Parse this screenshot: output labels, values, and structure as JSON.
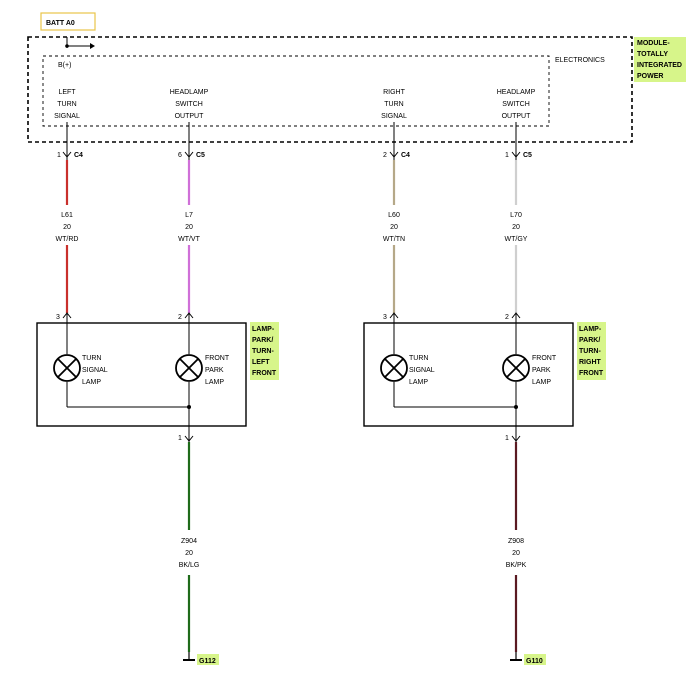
{
  "batt_label": "BATT A0",
  "b_plus": "B(+)",
  "module": {
    "electronics": "ELECTRONICS",
    "title_lines": [
      "MODULE-",
      "TOTALLY",
      "INTEGRATED",
      "POWER"
    ],
    "outputs": [
      {
        "lines": [
          "LEFT",
          "TURN",
          "SIGNAL"
        ]
      },
      {
        "lines": [
          "HEADLAMP",
          "SWITCH",
          "OUTPUT"
        ]
      },
      {
        "lines": [
          "RIGHT",
          "TURN",
          "SIGNAL"
        ]
      },
      {
        "lines": [
          "HEADLAMP",
          "SWITCH",
          "OUTPUT"
        ]
      }
    ]
  },
  "wires": [
    {
      "pin": "1",
      "connector": "C4",
      "circuit": "L61",
      "gauge": "20",
      "color_code": "WT/RD",
      "color": "#c9302c",
      "lamp_pin": "3"
    },
    {
      "pin": "6",
      "connector": "C5",
      "circuit": "L7",
      "gauge": "20",
      "color_code": "WT/VT",
      "color": "#d070d8",
      "lamp_pin": "2"
    },
    {
      "pin": "2",
      "connector": "C4",
      "circuit": "L60",
      "gauge": "20",
      "color_code": "WT/TN",
      "color": "#b5a888",
      "lamp_pin": "3"
    },
    {
      "pin": "1",
      "connector": "C5",
      "circuit": "L70",
      "gauge": "20",
      "color_code": "WT/GY",
      "color": "#cfcfcf",
      "lamp_pin": "2"
    }
  ],
  "lamp_assemblies": [
    {
      "title_lines": [
        "LAMP-",
        "PARK/",
        "TURN-",
        "LEFT",
        "FRONT"
      ],
      "lamps": [
        {
          "lines": [
            "TURN",
            "SIGNAL",
            "LAMP"
          ]
        },
        {
          "lines": [
            "FRONT",
            "PARK",
            "LAMP"
          ]
        }
      ],
      "out_pin": "1"
    },
    {
      "title_lines": [
        "LAMP-",
        "PARK/",
        "TURN-",
        "RIGHT",
        "FRONT"
      ],
      "lamps": [
        {
          "lines": [
            "TURN",
            "SIGNAL",
            "LAMP"
          ]
        },
        {
          "lines": [
            "FRONT",
            "PARK",
            "LAMP"
          ]
        }
      ],
      "out_pin": "1"
    }
  ],
  "ground_wires": [
    {
      "circuit": "Z904",
      "gauge": "20",
      "color_code": "BK/LG",
      "color": "#1f6b1a",
      "ground": "G112"
    },
    {
      "circuit": "Z908",
      "gauge": "20",
      "color_code": "BK/PK",
      "color": "#5a1a22",
      "ground": "G110"
    }
  ],
  "highlight_color": "#d7f58a",
  "batt_border_color": "#e8c54a"
}
